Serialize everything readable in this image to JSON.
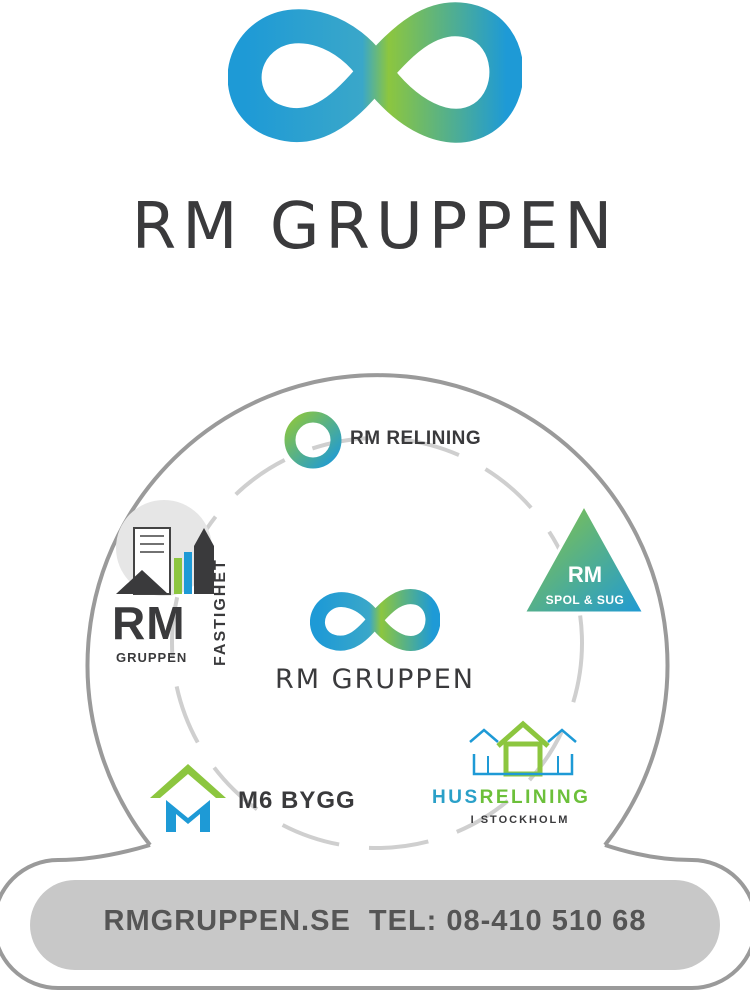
{
  "header": {
    "logo_icon": "infinity-logo-icon",
    "brand_name": "RM GRUPPEN"
  },
  "center": {
    "logo_icon": "infinity-logo-icon",
    "brand_name": "RM GRUPPEN"
  },
  "companies": {
    "relining": {
      "icon": "ring-logo-icon",
      "name": "RM RELINING"
    },
    "spol_sug": {
      "icon": "triangle-logo-icon",
      "title": "RM",
      "subtitle": "SPOL & SUG"
    },
    "fastighet": {
      "icon": "buildings-logo-icon",
      "title": "RM",
      "subtitle": "GRUPPEN",
      "vertical": "FASTIGHET"
    },
    "m6_bygg": {
      "icon": "roof-m-logo-icon",
      "name": "M6 BYGG"
    },
    "husrelining": {
      "icon": "houses-logo-icon",
      "name_part1": "HUS",
      "name_part2": "RELINING",
      "subtitle": "I STOCKHOLM"
    }
  },
  "footer": {
    "contact": "RMGRUPPEN.SE  TEL: 08-410 510 68"
  },
  "colors": {
    "green": "#8cc63f",
    "blue": "#1e9ad6",
    "dark_text": "#3a3a3c",
    "outline_gray": "#9a9a9a",
    "pill_gray": "#c8c8c8"
  }
}
